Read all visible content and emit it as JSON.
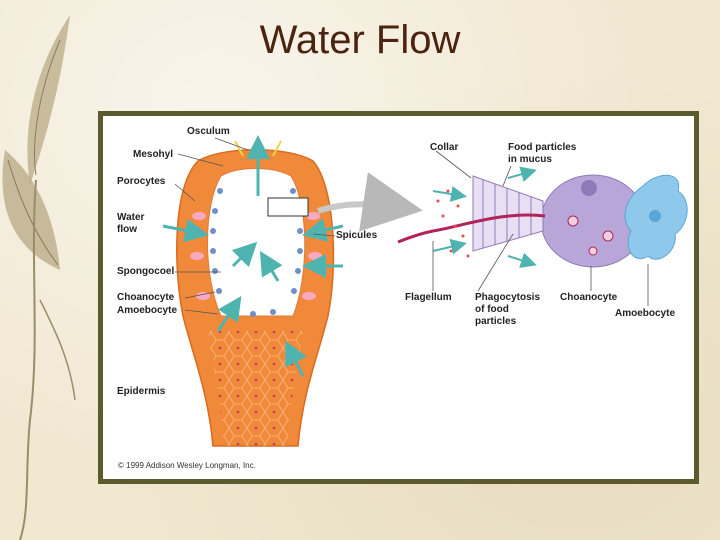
{
  "slide": {
    "title": "Water Flow"
  },
  "diagram": {
    "labels": {
      "osculum": "Osculum",
      "mesohyl": "Mesohyl",
      "porocytes": "Porocytes",
      "water_flow": "Water\nflow",
      "spicules": "Spicules",
      "spongocoel": "Spongocoel",
      "choanocyte_left": "Choanocyte",
      "amoebocyte_left": "Amoebocyte",
      "epidermis": "Epidermis",
      "collar": "Collar",
      "food_particles": "Food particles\nin mucus",
      "flagellum": "Flagellum",
      "phagocytosis": "Phagocytosis\nof food\nparticles",
      "choanocyte_right": "Choanocyte",
      "amoebocyte_right": "Amoebocyte"
    },
    "copyright": "© 1999 Addison Wesley Longman, Inc."
  },
  "colors": {
    "title": "#4a2410",
    "frame_border": "#5b5b2e",
    "sponge_body": "#f08a3a",
    "arrow": "#4fb3b0",
    "collar_cell": "#b9a6d9",
    "amoebocyte": "#8ec9ec",
    "flagellum": "#b0245a"
  }
}
